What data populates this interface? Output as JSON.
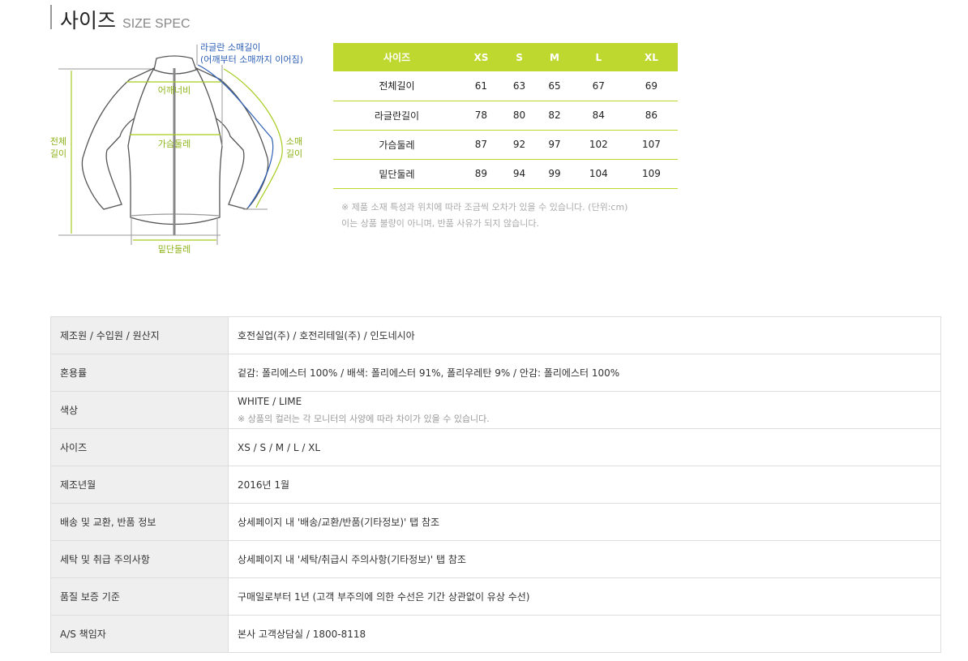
{
  "header": {
    "title": "사이즈",
    "subtitle": "SIZE SPEC"
  },
  "diagram": {
    "raglan_label_1": "라글란 소매길이",
    "raglan_label_2": "(어깨부터 소매까지 이어짐)",
    "shoulder": "어깨너비",
    "chest": "가슴둘레",
    "total_length_1": "전체",
    "total_length_2": "길이",
    "sleeve_1": "소매",
    "sleeve_2": "길이",
    "hem": "밑단둘레"
  },
  "size_table": {
    "headers": [
      "사이즈",
      "XS",
      "S",
      "M",
      "L",
      "XL"
    ],
    "rows": [
      [
        "전체길이",
        "61",
        "63",
        "65",
        "67",
        "69"
      ],
      [
        "라글란길이",
        "78",
        "80",
        "82",
        "84",
        "86"
      ],
      [
        "가슴둘레",
        "87",
        "92",
        "97",
        "102",
        "107"
      ],
      [
        "밑단둘레",
        "89",
        "94",
        "99",
        "104",
        "109"
      ]
    ],
    "note_1": "※ 제품 소재 특성과 위치에 따라 조금씩 오차가 있을 수 있습니다. (단위:cm)",
    "note_2": "이는 상품 불량이 아니며, 반품 사유가 되지 않습니다."
  },
  "info_table": [
    {
      "key": "제조원 / 수입원 / 원산지",
      "value": "호전실업(주) / 호전리테일(주) / 인도네시아"
    },
    {
      "key": "혼용률",
      "value": "겉감: 폴리에스터 100% / 배색: 폴리에스터 91%, 폴리우레탄 9% / 안감: 폴리에스터 100%"
    },
    {
      "key": "색상",
      "value": "WHITE / LIME",
      "sub": "※ 상품의 컬러는 각 모니터의 사양에 따라 차이가 있을 수 있습니다."
    },
    {
      "key": "사이즈",
      "value": "XS / S / M / L / XL"
    },
    {
      "key": "제조년월",
      "value": "2016년 1월"
    },
    {
      "key": "배송 및 교환, 반품 정보",
      "value": "상세페이지 내 '배송/교환/반품(기타정보)' 탭 참조"
    },
    {
      "key": "세탁 및 취급 주의사항",
      "value": "상세페이지 내 '세탁/취급시 주의사항(기타정보)' 탭 참조"
    },
    {
      "key": "품질 보증 기준",
      "value": "구매일로부터 1년 (고객 부주의에 의한 수선은 기간 상관없이 유상 수선)"
    },
    {
      "key": "A/S 책임자",
      "value": "본사 고객상담실 / 1800-8118"
    }
  ],
  "colors": {
    "accent": "#bed82f",
    "label_green": "#8db31a",
    "label_blue": "#2d5fb5"
  }
}
